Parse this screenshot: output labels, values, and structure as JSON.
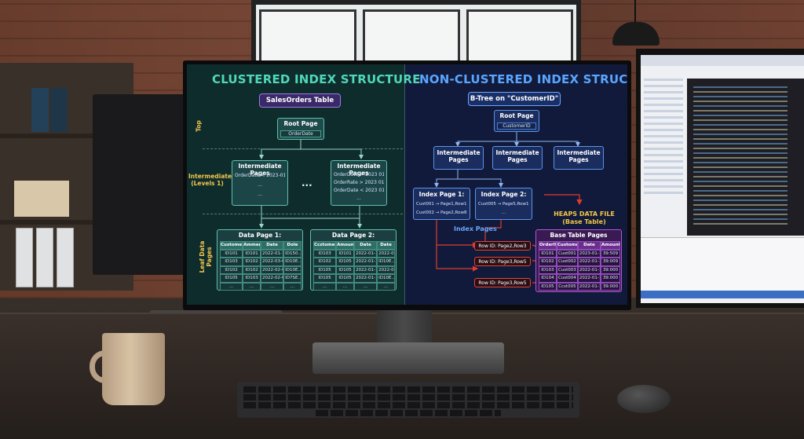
{
  "clustered": {
    "title": "CLUSTERED INDEX STRUCTURE",
    "table_label": "SalesOrders Table",
    "root": {
      "title": "Root Page",
      "key": "OrderDate"
    },
    "level_labels": {
      "top": "Top",
      "intermediate": "Intermediate (Levels 1)",
      "leaf": "Leaf Data Pages"
    },
    "intermediate_left": {
      "title": "Intermediate Pages",
      "rows": [
        "OrderDate < 2023-01-01",
        "...",
        "..."
      ]
    },
    "intermediate_right": {
      "title": "Intermediate Pages",
      "rows": [
        "OrderDate > 2023 01 01",
        "OrderRate > 2023 01 01",
        "OrderDate < 2023 01 01",
        "..."
      ]
    },
    "ellipsis": "...",
    "data_page_1": {
      "title": "Data Page 1:",
      "headers": [
        "CustomerID",
        "Amment",
        "Date",
        "Dole"
      ],
      "rows": [
        [
          "ID101",
          "ID101",
          "2022-01-16",
          "ID150..."
        ],
        [
          "ID103",
          "ID102",
          "2022-03-05",
          "ID10E..."
        ],
        [
          "ID102",
          "ID102",
          "2022-02-03",
          "ID10E..."
        ],
        [
          "ID105",
          "ID103",
          "2022-02-05",
          "ID7SE..."
        ],
        [
          "...",
          "...",
          "...",
          "..."
        ]
      ]
    },
    "data_page_2": {
      "title": "Data Page 2:",
      "headers": [
        "CcztomerID",
        "Amount",
        "Date",
        "Date"
      ],
      "rows": [
        [
          "ID103",
          "ID101",
          "2022-01-10",
          "2022-0..."
        ],
        [
          "ID102",
          "ID105",
          "2022-01-15",
          "ID10E..."
        ],
        [
          "ID105",
          "ID105",
          "2022-01-15",
          "2022-0..."
        ],
        [
          "ID105",
          "ID105",
          "2022-01-15",
          "ID10E..."
        ],
        [
          "...",
          "...",
          "...",
          "..."
        ]
      ]
    }
  },
  "nonclustered": {
    "title": "NON-CLUSTERED INDEX STRUCTURE",
    "btree_label": "B-Tree on \"CustomerID\"",
    "root": {
      "title": "Root Page",
      "key": "CustomerID"
    },
    "intermediate": [
      {
        "title": "Intermediate Pages",
        "body": "..."
      },
      {
        "title": "Intermediate Pages",
        "body": "..."
      },
      {
        "title": "Intermediate Pages",
        "body": "..."
      }
    ],
    "index_page_1": {
      "title": "Index Page 1:",
      "rows": [
        "Cust001 → Page1,Row1;",
        "Cust002 → Page2,Row8..."
      ]
    },
    "index_page_2": {
      "title": "Index Page 2:",
      "rows": [
        "Cust005 → Page5,Row1...",
        "..."
      ]
    },
    "index_pages_label": "Index Pages",
    "heaps_label": "HEAPS DATA FILE",
    "heaps_sublabel": "(Base Table)",
    "row_ids": [
      "Row ID: Page2,Row3",
      "Row ID: Page3,Row5",
      "Row ID: Page3,Row5"
    ],
    "base_table": {
      "title": "Base Table Pages",
      "headers": [
        "OrderID",
        "CustomerID",
        "Date",
        "Amount"
      ],
      "rows": [
        [
          "ID101",
          "Cust001",
          "2023-01-10",
          "39:509"
        ],
        [
          "ID102",
          "Cust002",
          "2022-01-10",
          "39:009"
        ],
        [
          "ID103",
          "Cust003",
          "2022-01-15",
          "39:000"
        ],
        [
          "ID104",
          "Cust004",
          "2022-01-13",
          "39:000"
        ],
        [
          "ID105",
          "Ccst005",
          "2022-01-15",
          "39:000"
        ]
      ]
    }
  },
  "colors": {
    "clustered_title": "#4fd8b6",
    "nonclustered_title": "#5aa6ff",
    "clustered_box": "#3aa38d",
    "nonclustered_box": "#3c8ad8",
    "heap_box": "#b356d6",
    "row_id_border": "#e0443a",
    "label_yellow": "#f2c64a",
    "arrow_red": "#e23a2f"
  }
}
